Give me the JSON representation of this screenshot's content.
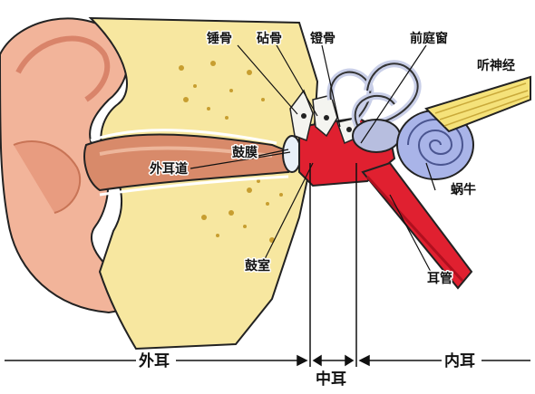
{
  "labels": {
    "malleus": "锤骨",
    "incus": "砧骨",
    "stapes": "镫骨",
    "vestibule": "前庭窗",
    "auditory_nerve": "听神经",
    "ear_canal": "外耳道",
    "eardrum": "鼓膜",
    "cochlea": "蜗牛",
    "tympanic_cavity": "鼓室",
    "eustachian_tube": "耳管"
  },
  "sections": {
    "outer_ear": "外耳",
    "middle_ear": "中耳",
    "inner_ear": "内耳"
  },
  "colors": {
    "skin": "#f2b49a",
    "skin_dark": "#d9846a",
    "bone": "#f7e7a0",
    "bone_speckle": "#b8860b",
    "canal": "#d88a6a",
    "middle_ear_red": "#e02030",
    "cochlea": "#a9b4e8",
    "nerve": "#f5e27a"
  }
}
